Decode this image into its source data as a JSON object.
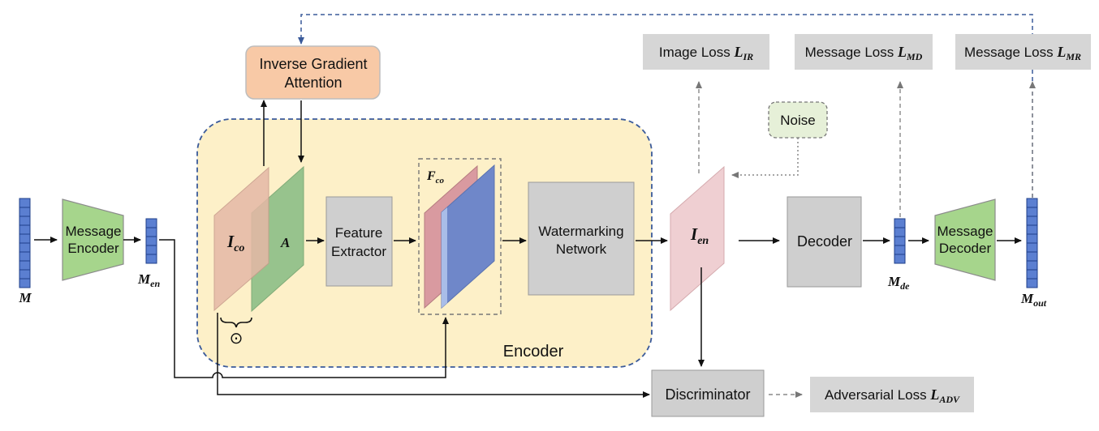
{
  "labels": {
    "inverse_gradient_attention": [
      "Inverse Gradient",
      "Attention"
    ],
    "message_encoder": [
      "Message",
      "Encoder"
    ],
    "feature_extractor": [
      "Feature",
      "Extractor"
    ],
    "watermarking_network": [
      "Watermarking",
      "Network"
    ],
    "decoder": "Decoder",
    "message_decoder": [
      "Message",
      "Decoder"
    ],
    "discriminator": "Discriminator",
    "noise": "Noise",
    "encoder_region": "Encoder",
    "hadamard": "⊙"
  },
  "symbols": {
    "M": "M",
    "M_en": {
      "base": "M",
      "sub": "en"
    },
    "I_co": {
      "base": "I",
      "sub": "co"
    },
    "A": "A",
    "F_co": {
      "base": "F",
      "sub": "co"
    },
    "I_en": {
      "base": "I",
      "sub": "en"
    },
    "M_de": {
      "base": "M",
      "sub": "de"
    },
    "M_out": {
      "base": "M",
      "sub": "out"
    }
  },
  "losses": {
    "image": {
      "text": "Image Loss",
      "base": "L",
      "sub": "IR"
    },
    "message_md": {
      "text": "Message Loss",
      "base": "L",
      "sub": "MD"
    },
    "message_mr": {
      "text": "Message Loss",
      "base": "L",
      "sub": "MR"
    },
    "adversarial": {
      "text": "Adversarial Loss",
      "base": "L",
      "sub": "ADV"
    }
  },
  "colors": {
    "attention_fill": "#f8c9a6",
    "encoder_bg": "#fdf0c8",
    "encoder_border": "#3a5a9a",
    "gray_box": "#cfcfcf",
    "green_trap": "#a6d58c",
    "noise_fill": "#e6f0d8",
    "pink_plane": "#ecc3c3",
    "green_plane": "#92c18a",
    "blue_plane": "#6f87c9",
    "vector_blue": "#5b7fd1"
  }
}
